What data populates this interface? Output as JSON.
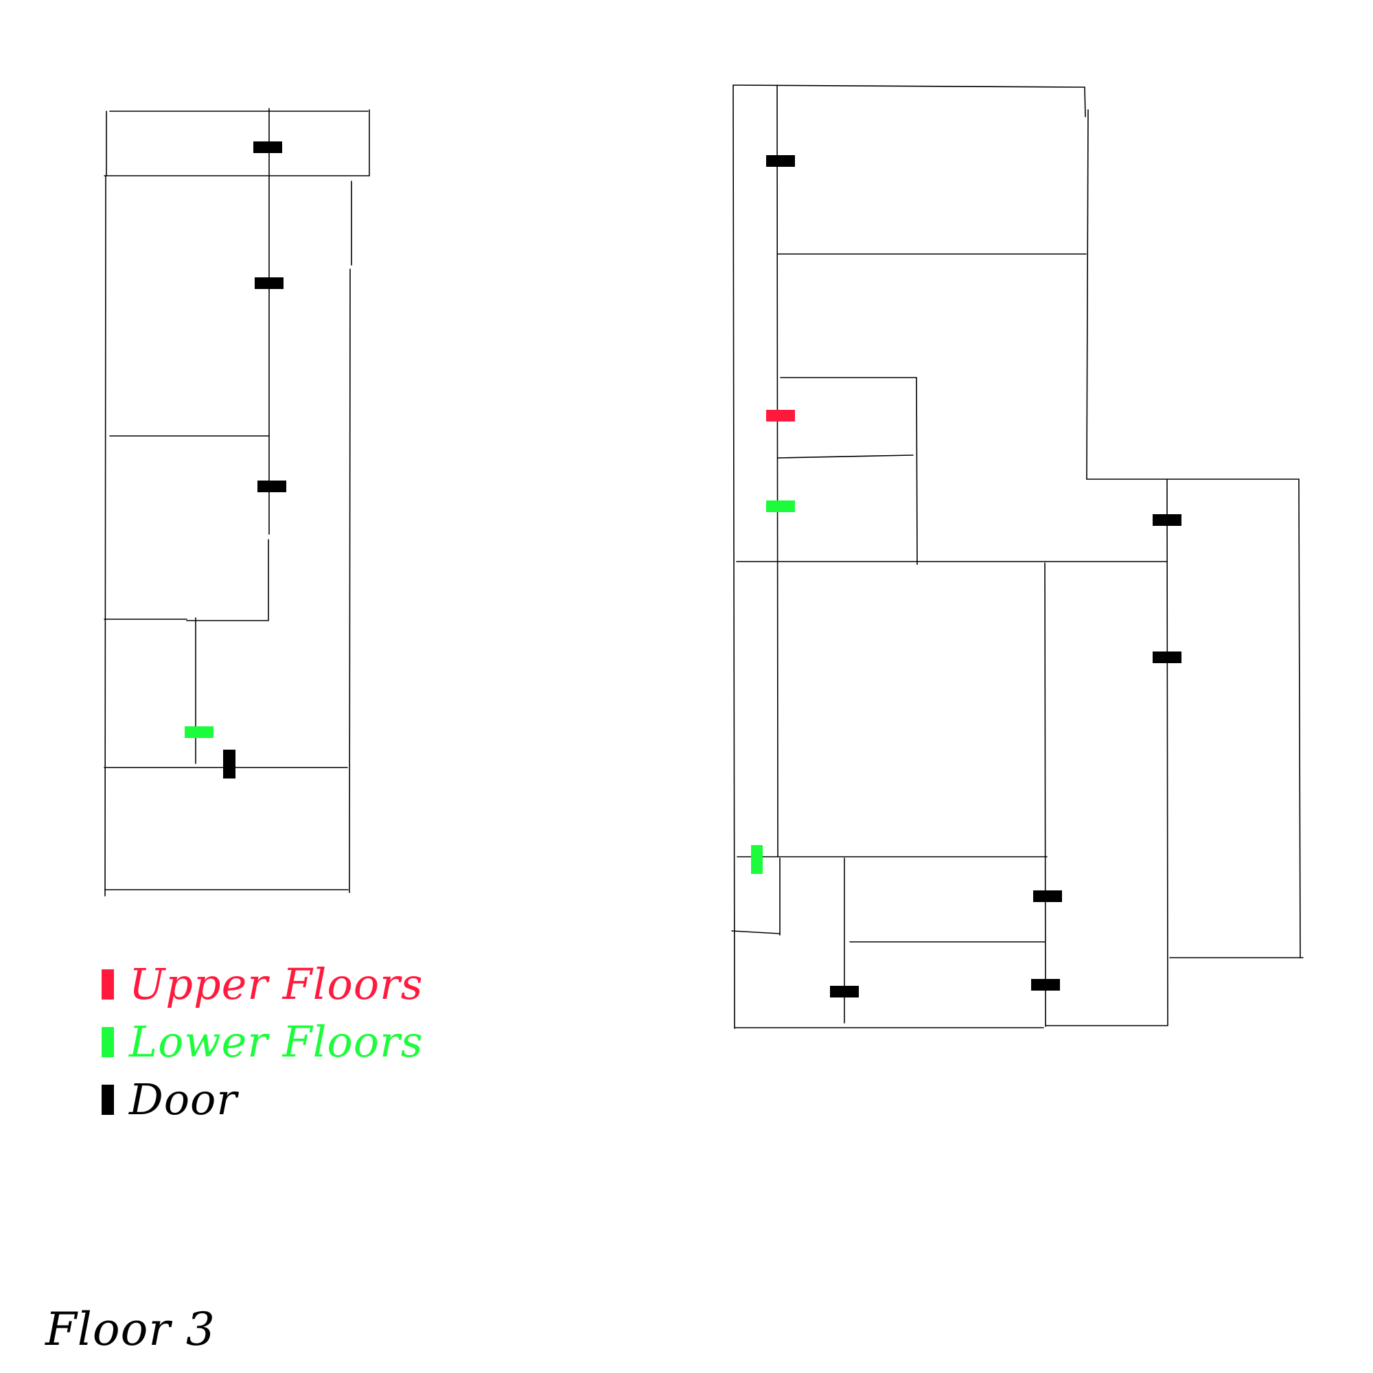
{
  "legend": {
    "upper": {
      "label": "Upper Floors",
      "color": "#ff1a3d"
    },
    "lower": {
      "label": "Lower Floors",
      "color": "#1dfc3c"
    },
    "door": {
      "label": "Door",
      "color": "#000000"
    }
  },
  "floor_title": "Floor 3",
  "colors": {
    "wall": "#000000",
    "background": "#ffffff"
  },
  "markers": {
    "left_building": [
      {
        "kind": "door",
        "orientation": "horizontal"
      },
      {
        "kind": "door",
        "orientation": "horizontal"
      },
      {
        "kind": "door",
        "orientation": "horizontal"
      },
      {
        "kind": "lower",
        "orientation": "horizontal"
      },
      {
        "kind": "door",
        "orientation": "vertical"
      }
    ],
    "right_building": [
      {
        "kind": "door",
        "orientation": "horizontal"
      },
      {
        "kind": "upper",
        "orientation": "horizontal"
      },
      {
        "kind": "lower",
        "orientation": "horizontal"
      },
      {
        "kind": "door",
        "orientation": "horizontal"
      },
      {
        "kind": "door",
        "orientation": "horizontal"
      },
      {
        "kind": "lower",
        "orientation": "vertical"
      },
      {
        "kind": "door",
        "orientation": "horizontal"
      },
      {
        "kind": "door",
        "orientation": "horizontal"
      },
      {
        "kind": "door",
        "orientation": "horizontal"
      }
    ]
  }
}
